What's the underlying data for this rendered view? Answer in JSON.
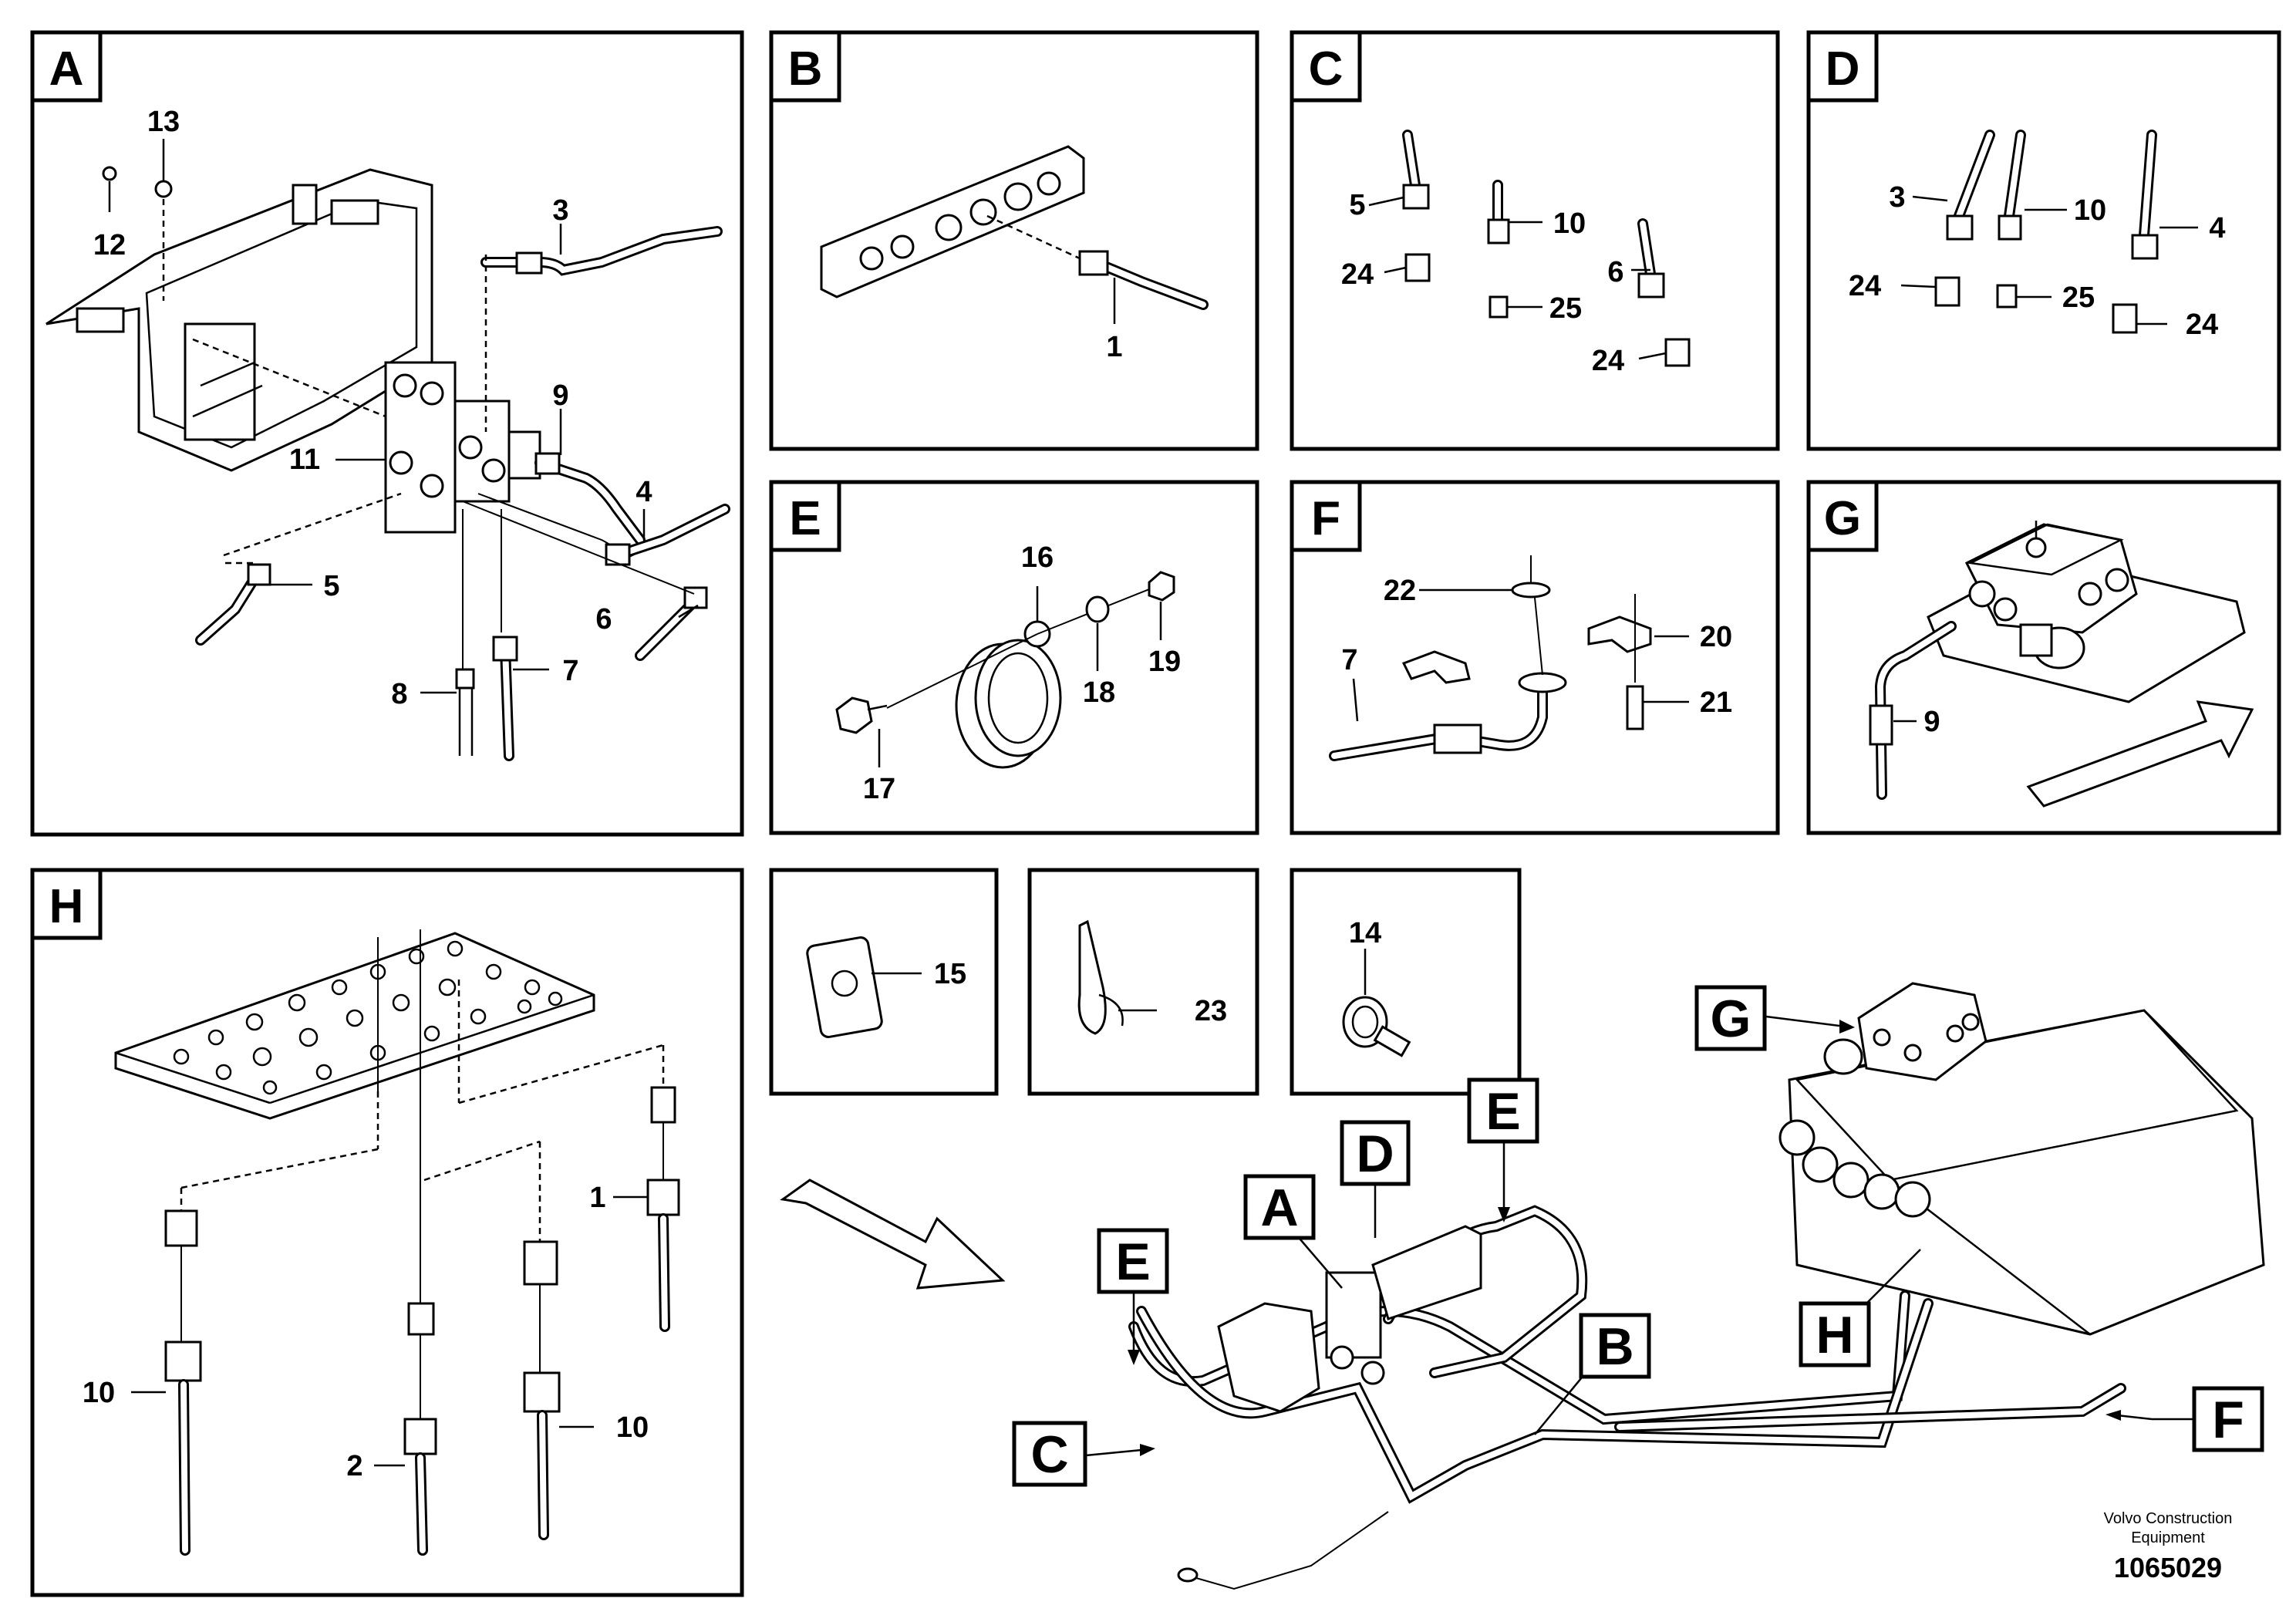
{
  "panels": {
    "A": {
      "letter": "A",
      "callouts": {
        "c13": "13",
        "c12": "12",
        "c3": "3",
        "c9": "9",
        "c11": "11",
        "c4": "4",
        "c5": "5",
        "c6": "6",
        "c7": "7",
        "c8": "8"
      }
    },
    "B": {
      "letter": "B",
      "callouts": {
        "c1": "1"
      }
    },
    "C": {
      "letter": "C",
      "callouts": {
        "c5": "5",
        "c10": "10",
        "c6": "6",
        "c24a": "24",
        "c25": "25",
        "c24b": "24"
      }
    },
    "D": {
      "letter": "D",
      "callouts": {
        "c3": "3",
        "c10": "10",
        "c4": "4",
        "c24a": "24",
        "c25": "25",
        "c24b": "24"
      }
    },
    "E": {
      "letter": "E",
      "callouts": {
        "c16": "16",
        "c19": "19",
        "c18": "18",
        "c17": "17"
      }
    },
    "F": {
      "letter": "F",
      "callouts": {
        "c22": "22",
        "c20": "20",
        "c7": "7",
        "c21": "21"
      }
    },
    "G": {
      "letter": "G",
      "callouts": {
        "c9": "9"
      }
    },
    "H": {
      "letter": "H",
      "callouts": {
        "c1": "1",
        "c10a": "10",
        "c2": "2",
        "c10b": "10"
      }
    },
    "I15": {
      "callouts": {
        "c15": "15"
      }
    },
    "I23": {
      "callouts": {
        "c23": "23"
      }
    },
    "I14": {
      "callouts": {
        "c14": "14"
      }
    }
  },
  "overview": {
    "tags": {
      "G": "G",
      "E1": "E",
      "D": "D",
      "A": "A",
      "E2": "E",
      "B": "B",
      "H": "H",
      "C": "C",
      "F": "F"
    }
  },
  "credit": {
    "line1": "Volvo Construction",
    "line2": "Equipment",
    "part_number": "1065029"
  }
}
